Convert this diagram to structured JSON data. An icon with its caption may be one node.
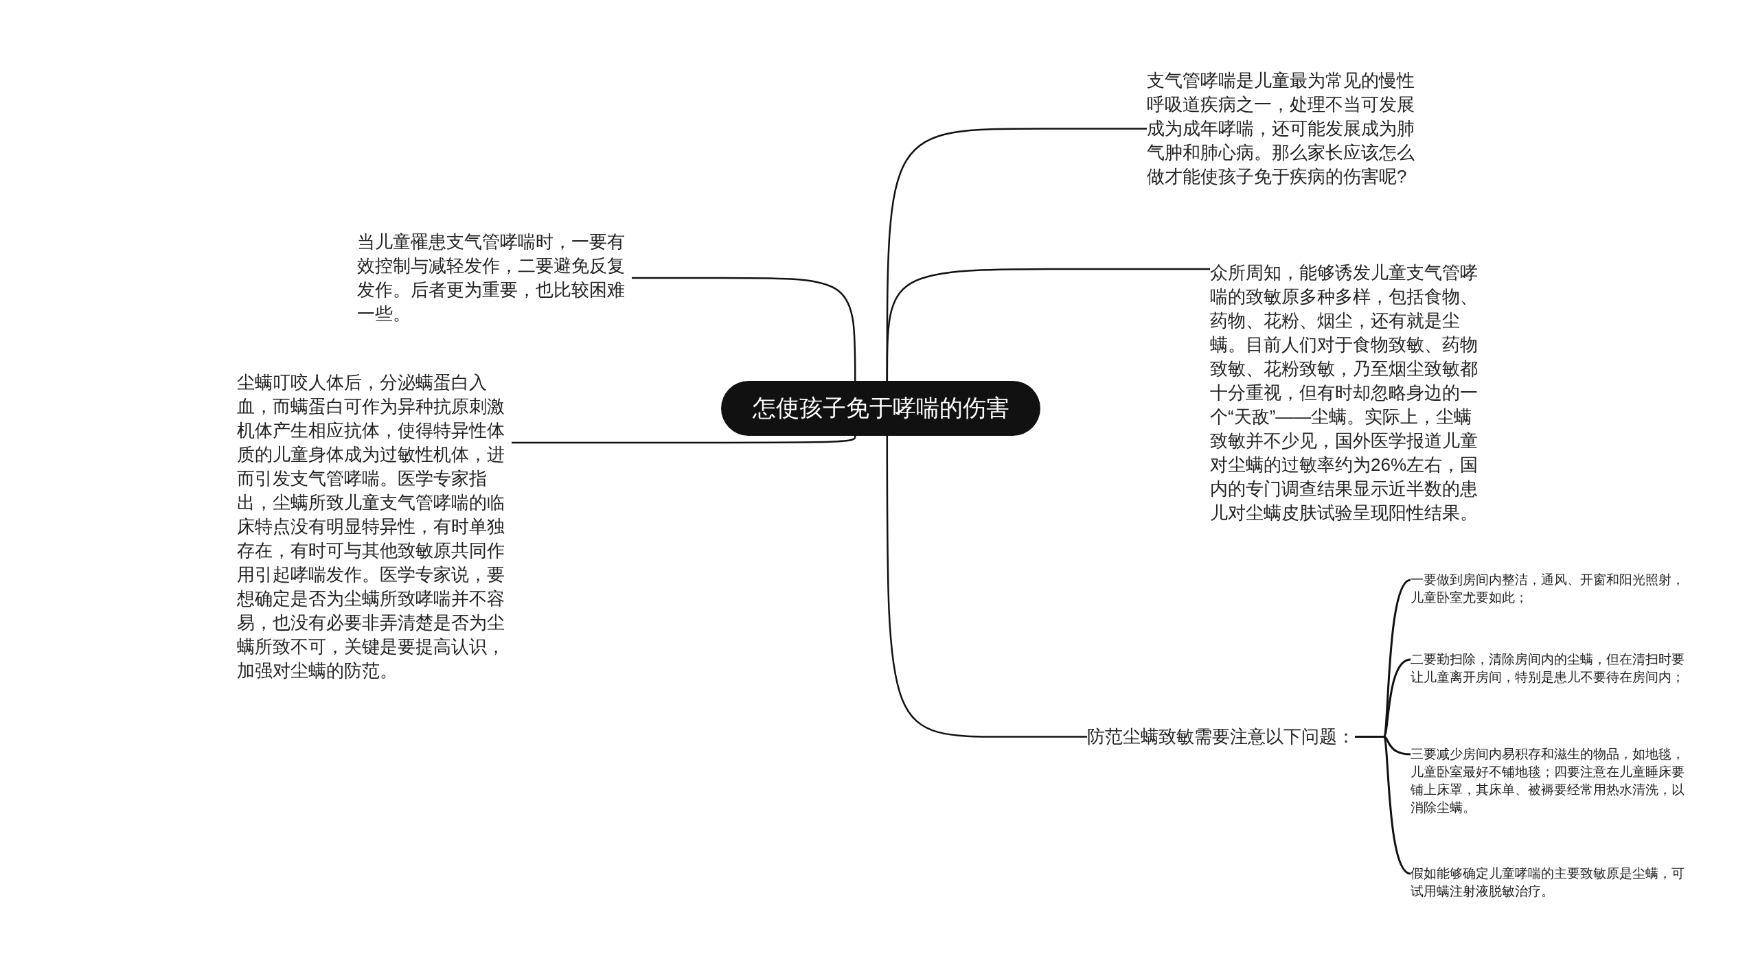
{
  "diagram": {
    "nodes": [
      {
        "text": [
          "怎使孩子免于哮喘的伤害"
        ]
      },
      {
        "text": [
          "支气管哮喘是儿童最为常见的慢性呼吸道疾病之一，处理不当可发展成为成年哮喘，还可能发展成为肺气肿和肺心病。那么家长应该怎么做才能使孩子免于疾病的伤害呢?"
        ]
      },
      {
        "text": [
          "众所周知，能够诱发儿童支气管哮喘的致敏原多种多样，包括食物、药物、花粉、烟尘，还有就是尘螨。目前人们对于食物致敏、药物致敏、花粉致敏，乃至烟尘致敏都十分重视，但有时却忽略身边的一个“天敌”——尘螨。实际上，尘螨致敏并不少见，国外医学报道儿童对尘螨的过敏率约为26%左右，国内的专门调查结果显示近半数的患儿对尘螨皮肤试验呈现阳性结果。"
        ]
      },
      {
        "text": [
          "当儿童罹患支气管哮喘时，一要有效控制与减轻发作，二要避免反复发作。后者更为重要，也比较困难一些。"
        ]
      },
      {
        "text": [
          "尘螨叮咬人体后，分泌螨蛋白入血，而螨蛋白可作为异种抗原刺激机体产生相应抗体，使得特异性体质的儿童身体成为过敏性机体，进而引发支气管哮喘。医学专家指出，尘螨所致儿童支气管哮喘的临床特点没有明显特异性，有时单独存在，有时可与其他致敏原共同作用引起哮喘发作。医学专家说，要想确定是否为尘螨所致哮喘并不容易，也没有必要非弄清楚是否为尘螨所致不可，关键是要提高认识，加强对尘螨的防范。"
        ]
      },
      {
        "text": [
          "防范尘螨致敏需要注意以下问题："
        ]
      },
      {
        "text": [
          "一要做到房间内整洁，通风、开窗和阳光照射，儿童卧室尤要如此；"
        ]
      },
      {
        "text": [
          "二要勤扫除，清除房间内的尘螨，但在清扫时要让儿童离开房间，特别是患儿不要待在房间内；"
        ]
      },
      {
        "text": [
          "三要减少房间内易积存和滋生的物品，如地毯，儿童卧室最好不铺地毯；四要注意在儿童睡床要铺上床罩，其床单、被褥要经常用热水清洗，以消除尘螨。"
        ]
      },
      {
        "text": [
          "假如能够确定儿童哮喘的主要致敏原是尘螨，可试用螨注射液脱敏治疗。"
        ]
      }
    ],
    "edges": [
      {
        "from": 0,
        "to": 1,
        "arrow": "none"
      },
      {
        "from": 0,
        "to": 2,
        "arrow": "none"
      },
      {
        "from": 0,
        "to": 3,
        "arrow": "none"
      },
      {
        "from": 0,
        "to": 4,
        "arrow": "none"
      },
      {
        "from": 0,
        "to": 5,
        "arrow": "none"
      },
      {
        "from": 5,
        "to": 6,
        "arrow": "none"
      },
      {
        "from": 5,
        "to": 7,
        "arrow": "none"
      },
      {
        "from": 5,
        "to": 8,
        "arrow": "none"
      },
      {
        "from": 5,
        "to": 9,
        "arrow": "none"
      }
    ]
  }
}
